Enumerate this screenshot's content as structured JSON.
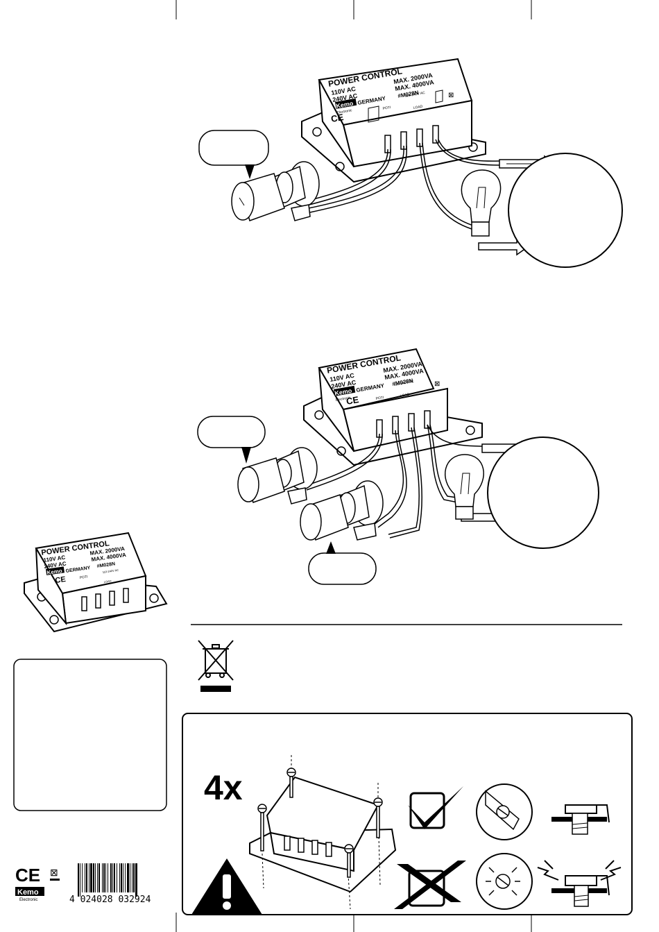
{
  "module": {
    "title": "POWER CONTROL",
    "line1_left": "110V AC",
    "line1_right": "MAX. 2000VA",
    "line2_left": "240V AC",
    "line2_right": "MAX. 4000VA",
    "brand": "Kemo",
    "brand_sub": "Electronic",
    "made_in": "GERMANY",
    "model": "#M028N",
    "poti_label": "POTI",
    "voltage_label": "110-240V AC",
    "load_label": "LOAD",
    "ce_mark": "CE"
  },
  "mounting": {
    "count": "4x"
  },
  "footer": {
    "ce_mark": "CE",
    "brand": "Kemo",
    "brand_sub": "Electronic",
    "barcode_digits": "4 024028 032924"
  }
}
